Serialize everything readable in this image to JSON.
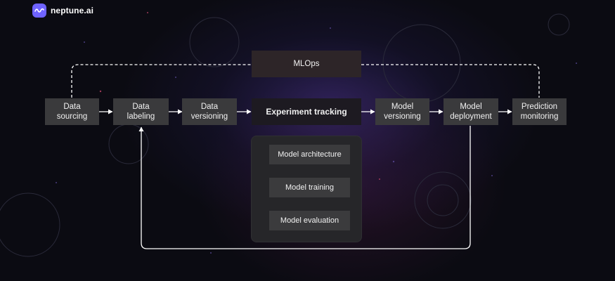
{
  "brand": {
    "name": "neptune.ai",
    "icon": "neptune-wave-logo-icon",
    "accent": "#6f63ff"
  },
  "mlops_label": "MLOps",
  "pipeline": [
    {
      "id": "data-sourcing",
      "label": "Data\nsourcing"
    },
    {
      "id": "data-labeling",
      "label": "Data\nlabeling"
    },
    {
      "id": "data-versioning",
      "label": "Data\nversioning"
    },
    {
      "id": "experiment-tracking",
      "label": "Experiment tracking"
    },
    {
      "id": "model-versioning",
      "label": "Model\nversioning"
    },
    {
      "id": "model-deployment",
      "label": "Model\ndeployment"
    },
    {
      "id": "prediction-monitoring",
      "label": "Prediction\nmonitoring"
    }
  ],
  "experiment_steps": [
    {
      "id": "model-architecture",
      "label": "Model architecture"
    },
    {
      "id": "model-training",
      "label": "Model training"
    },
    {
      "id": "model-evaluation",
      "label": "Model evaluation"
    }
  ],
  "colors": {
    "box": "#3a3a3c",
    "arrow": "#ffffff",
    "background": "#0b0b12"
  }
}
